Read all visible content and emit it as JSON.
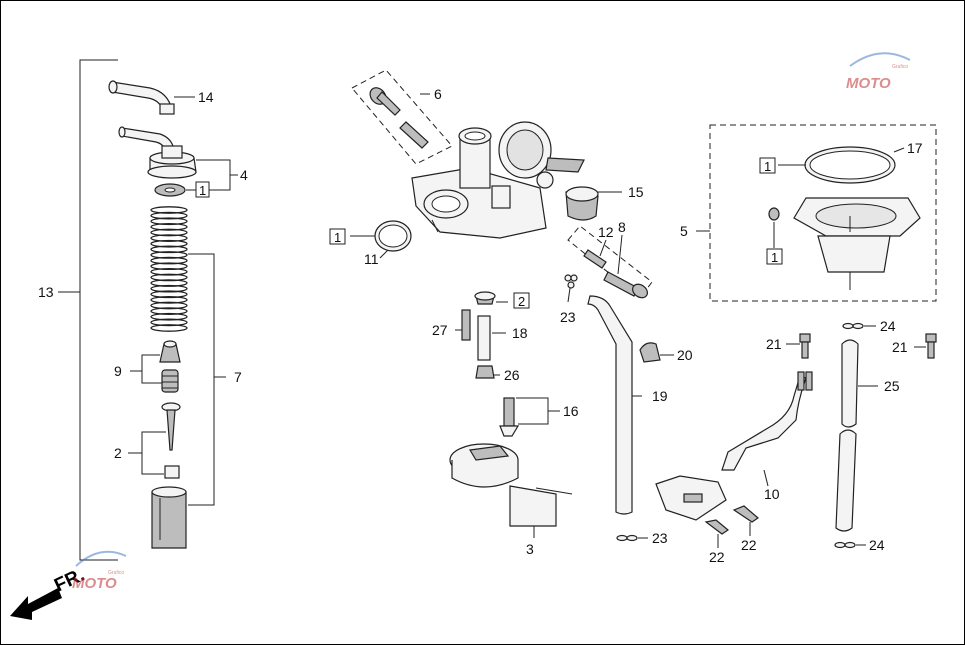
{
  "diagram": {
    "direction_label": "FR.",
    "watermark_text": "MOTO",
    "watermark_sub": "Grafico",
    "callouts": {
      "c14": "14",
      "c4": "4",
      "c13": "13",
      "c7": "7",
      "c9": "9",
      "c2": "2",
      "c6": "6",
      "c11": "11",
      "c15": "15",
      "c12": "12",
      "c8": "8",
      "c23a": "23",
      "c27": "27",
      "c18": "18",
      "c26": "26",
      "c16": "16",
      "c3": "3",
      "c19": "19",
      "c20": "20",
      "c10": "10",
      "c23b": "23",
      "c22a": "22",
      "c22b": "22",
      "c5": "5",
      "c17": "17",
      "c21a": "21",
      "c21b": "21",
      "c24a": "24",
      "c25": "25",
      "c24b": "24"
    },
    "boxed_qty": {
      "b4": "1",
      "b11": "1",
      "b18": "2",
      "b17": "1",
      "b5ring": "1"
    }
  }
}
